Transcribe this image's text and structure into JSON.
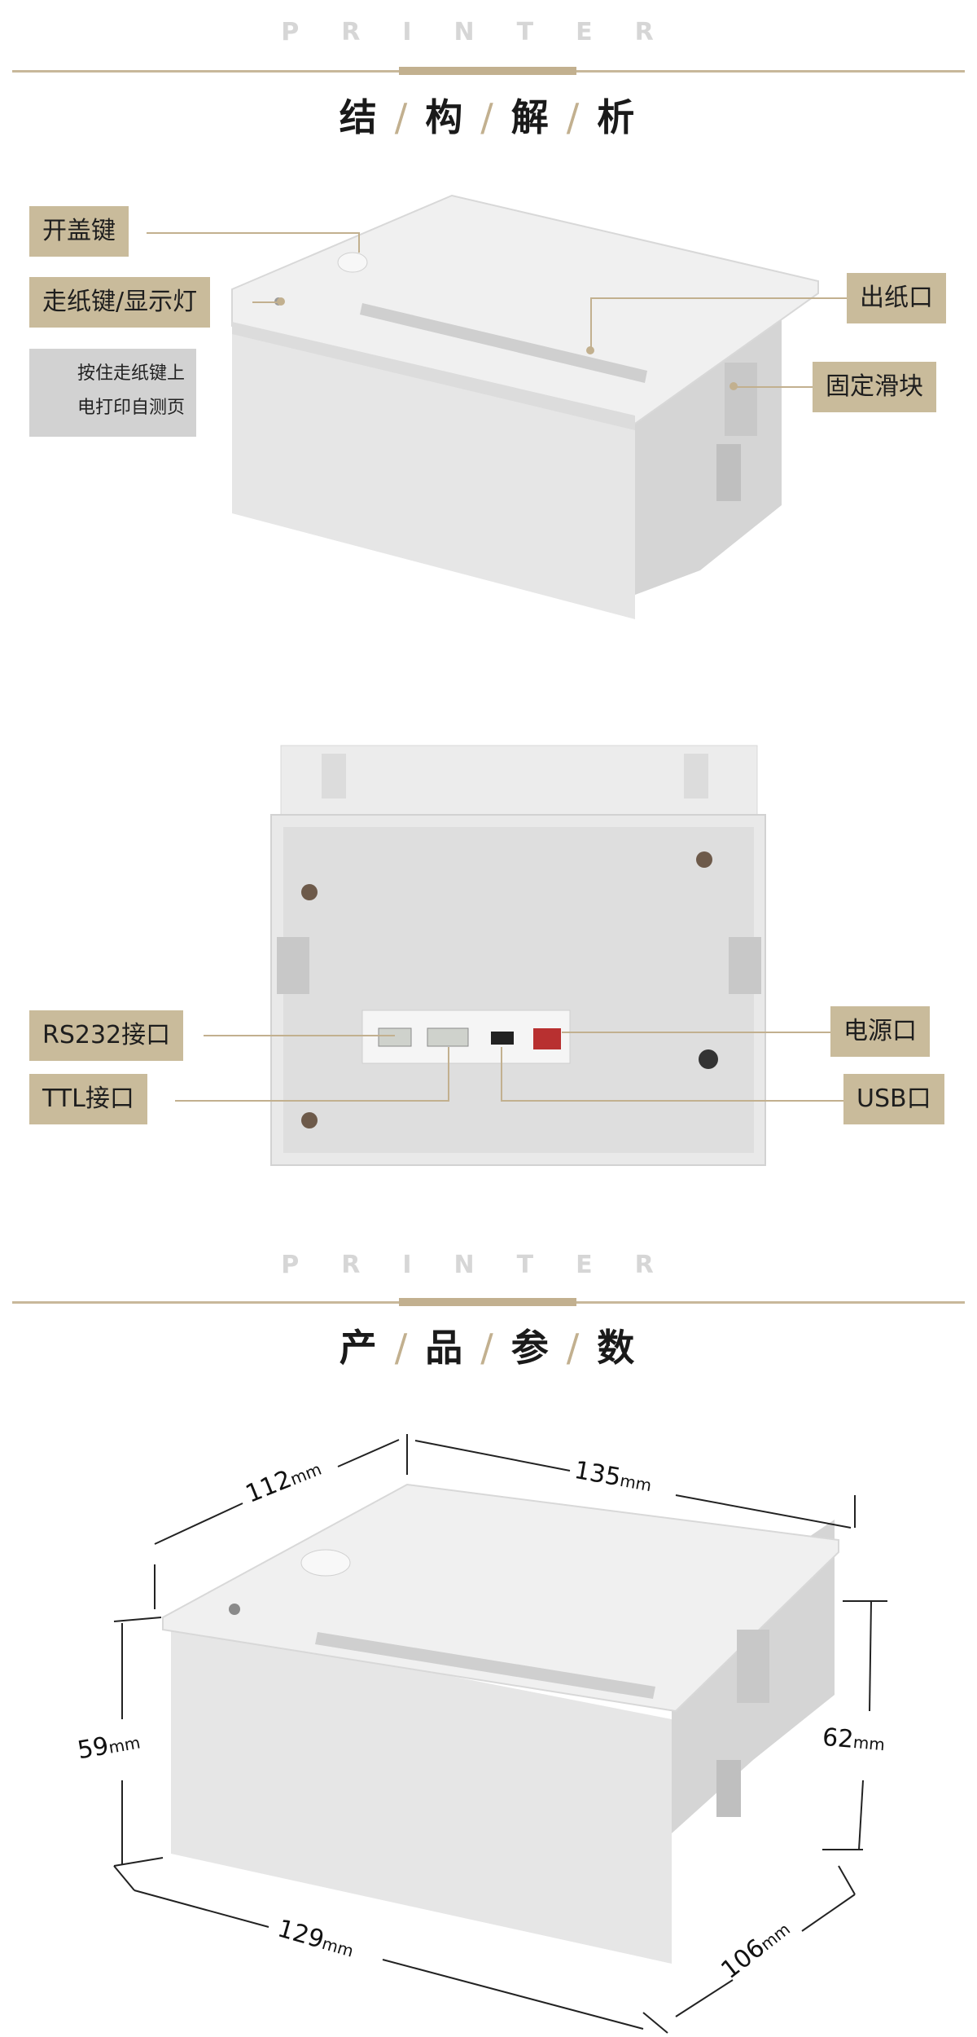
{
  "header1": {
    "printer_word": "PRINTER",
    "title_chars": [
      "结",
      "构",
      "解",
      "析"
    ]
  },
  "header2": {
    "printer_word": "PRINTER",
    "title_chars": [
      "产",
      "品",
      "参",
      "数"
    ]
  },
  "structure_top": {
    "labels": {
      "open_cover": "开盖键",
      "feed_key": "走纸键/显示灯",
      "paper_out": "出纸口",
      "fixed_slider": "固定滑块"
    },
    "note_lines": [
      "按住走纸键上",
      "电打印自测页"
    ]
  },
  "structure_back": {
    "labels": {
      "rs232": "RS232接口",
      "ttl": "TTL接口",
      "power": "电源口",
      "usb": "USB口"
    }
  },
  "dimensions": {
    "top_left": {
      "value": "112",
      "unit": "mm"
    },
    "top_right": {
      "value": "135",
      "unit": "mm"
    },
    "left_height": {
      "value": "59",
      "unit": "mm"
    },
    "right_height": {
      "value": "62",
      "unit": "mm"
    },
    "bottom_left": {
      "value": "129",
      "unit": "mm"
    },
    "bottom_right": {
      "value": "106",
      "unit": "mm"
    }
  },
  "colors": {
    "accent": "#c2b08f",
    "tag_bg": "#c9bb9b",
    "device_body": "#e4e4e4"
  }
}
